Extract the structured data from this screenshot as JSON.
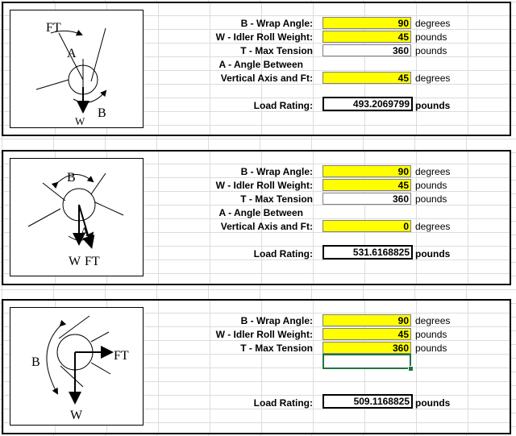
{
  "sections": [
    {
      "diagram_labels": {
        "ft": "FT",
        "a": "A",
        "b": "B",
        "w": "W"
      },
      "rows": [
        {
          "label": "B - Wrap Angle:",
          "value": "90",
          "unit": "degrees",
          "style": "yellow"
        },
        {
          "label": "W - Idler Roll Weight:",
          "value": "45",
          "unit": "pounds",
          "style": "yellow"
        },
        {
          "label": "T - Max Tension",
          "value": "360",
          "unit": "pounds",
          "style": "white"
        },
        {
          "label": "A - Angle Between",
          "value": "",
          "unit": "",
          "style": "none"
        },
        {
          "label": "Vertical Axis and Ft:",
          "value": "45",
          "unit": "degrees",
          "style": "yellow"
        }
      ],
      "load_label": "Load Rating:",
      "load_value": "493.2069799",
      "load_unit": "pounds"
    },
    {
      "diagram_labels": {
        "ft": "FT",
        "a": "A",
        "b": "B",
        "w": "W"
      },
      "rows": [
        {
          "label": "B - Wrap Angle:",
          "value": "90",
          "unit": "degrees",
          "style": "yellow"
        },
        {
          "label": "W - Idler Roll Weight:",
          "value": "45",
          "unit": "pounds",
          "style": "yellow"
        },
        {
          "label": "T - Max Tension",
          "value": "360",
          "unit": "pounds",
          "style": "white"
        },
        {
          "label": "A - Angle Between",
          "value": "",
          "unit": "",
          "style": "none"
        },
        {
          "label": "Vertical Axis and Ft:",
          "value": "0",
          "unit": "degrees",
          "style": "yellow"
        }
      ],
      "load_label": "Load Rating:",
      "load_value": "531.6168825",
      "load_unit": "pounds"
    },
    {
      "diagram_labels": {
        "ft": "FT",
        "a": "",
        "b": "B",
        "w": "W"
      },
      "rows": [
        {
          "label": "B - Wrap Angle:",
          "value": "90",
          "unit": "degrees",
          "style": "yellow"
        },
        {
          "label": "W - Idler Roll Weight:",
          "value": "45",
          "unit": "pounds",
          "style": "yellow"
        },
        {
          "label": "T - Max Tension",
          "value": "360",
          "unit": "pounds",
          "style": "yellow"
        }
      ],
      "load_label": "Load Rating:",
      "load_value": "509.1168825",
      "load_unit": "pounds"
    }
  ]
}
